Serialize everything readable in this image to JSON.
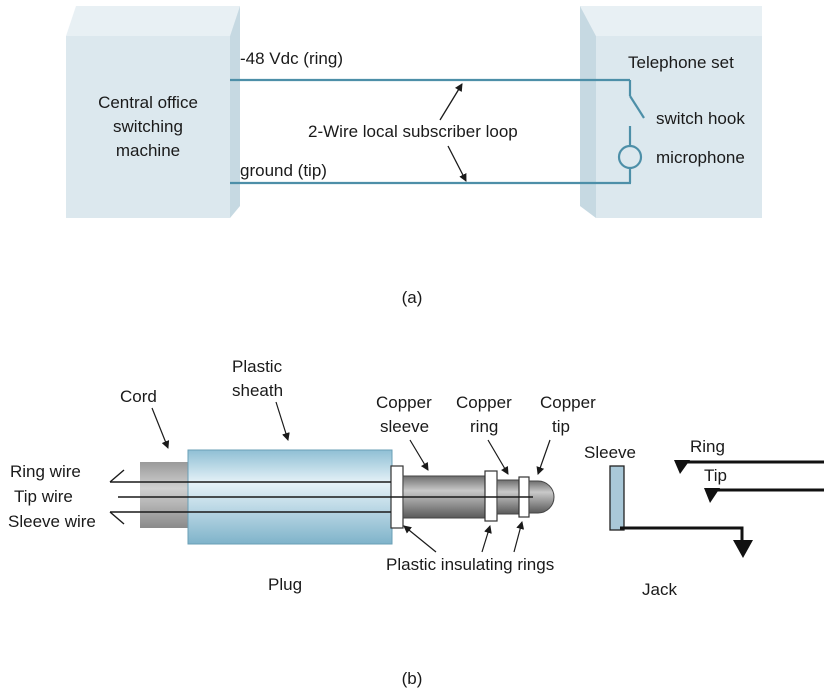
{
  "part_a": {
    "caption": "(a)",
    "central_office_line1": "Central office",
    "central_office_line2": "switching",
    "central_office_line3": "machine",
    "telephone_set": "Telephone set",
    "ring_label": "-48 Vdc (ring)",
    "tip_label": "ground (tip)",
    "loop_label": "2-Wire local subscriber loop",
    "switch_hook": "switch hook",
    "microphone": "microphone"
  },
  "part_b": {
    "caption": "(b)",
    "cord": "Cord",
    "plastic_sheath_line1": "Plastic",
    "plastic_sheath_line2": "sheath",
    "copper_sleeve_line1": "Copper",
    "copper_sleeve_line2": "sleeve",
    "copper_ring_line1": "Copper",
    "copper_ring_line2": "ring",
    "copper_tip_line1": "Copper",
    "copper_tip_line2": "tip",
    "ring_wire": "Ring wire",
    "tip_wire": "Tip wire",
    "sleeve_wire": "Sleeve wire",
    "plug": "Plug",
    "insulating_rings": "Plastic insulating rings",
    "jack_sleeve": "Sleeve",
    "jack_ring": "Ring",
    "jack_tip": "Tip",
    "jack": "Jack"
  },
  "colors": {
    "box_fill": "#dce8ee",
    "box_shade": "#c8dbe4",
    "wire": "#4d8fa8",
    "sheath": "#a8cfe0"
  }
}
